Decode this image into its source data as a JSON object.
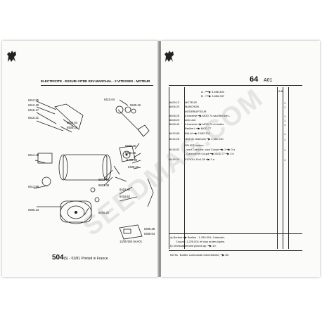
{
  "left_page": {
    "title": "ELECTRICITE - ESSUIE-VITRE SEV-MARCHAL - 2 VITESSES - MOTEUR",
    "callouts": {
      "c1": "6412.55",
      "c2": "6412.40",
      "c3": "6415.17",
      "c4": "6415.31",
      "c5": "6410.04",
      "c6": "5945.22",
      "c7": "6502.04",
      "c8": "6505.56",
      "c9": "6414.25",
      "c10": "6408.36",
      "c11": "6408.06",
      "c12": "6408.90",
      "c13": "6408.21",
      "c14": "6413.88",
      "c15": "6503.55",
      "c16": "6503.48",
      "c17": "6418.44",
      "c18": "6416.52",
      "c19": "6405.13",
      "c20": "6406.20",
      "c21": "5408.28",
      "c22": "5408.04",
      "c23": "11/80 504 6AA01"
    },
    "footer_number": "504",
    "footer_sub": "(5)",
    "footer_text": "- 02/81 Printed in France"
  },
  "right_page": {
    "section_number": "64",
    "section_code": "A01",
    "col_header": "A B",
    "intro_lines": [
      "A - ━━▶ 3.656.330",
      "B - ━━▶ 3.656.337"
    ],
    "rows": [
      {
        "code": "6405.13",
        "text": "MOTEUR",
        "q": "1"
      },
      {
        "code": "6406.20",
        "text": "MANCHON",
        "q": "1"
      },
      {
        "code": "",
        "text": "INTERRUPTEUR",
        "q": ""
      },
      {
        "code": "6408.25",
        "text": "à traverse ━▶ MOD 74 sauf Berline L",
        "q": "1"
      },
      {
        "code": "6408.20",
        "text": "avec axe",
        "q": "1"
      },
      {
        "code": "6408.40",
        "text": "à traverse ━▶ MOD 74 et toutes",
        "q": "1"
      },
      {
        "code": "",
        "text": "Berline L ━▶ MOD 77",
        "q": ""
      },
      {
        "code": "6413.88",
        "text": "BALAI ━▶ 2.652.201",
        "q": "1"
      },
      {
        "code": "6414.25",
        "text": "JEU de charbons ━▶ 2.652.200",
        "q": "1"
      },
      {
        "code": "",
        "text": "PALIER moteur :",
        "q": ""
      },
      {
        "code": "6416.52",
        "text": "- sauf Cabriolet, sauf Coupé ━▶ 1 ━▶ 3 a",
        "q": "1"
      },
      {
        "code": "",
        "text": "- Cabriolet et Coupé ━▶ MOD 77 ━▶ 3 b",
        "q": ""
      },
      {
        "code": "6418.24",
        "text": "ECROU 10x1,50 ━▶ 3 a",
        "q": "1"
      }
    ],
    "notes": [
      "a) Berline ━▶ Berline : 1.290.001; Cabriolet,",
      "Coupé : 1.225.001 et tous autres types.",
      "b) Dévissablement pièces ap. ━▶ 10."
    ],
    "note_bottom": "NOTA : Boîtier commande intermittente, ━▶ 65."
  },
  "watermark": "SEEDMAG.COM",
  "colors": {
    "paper": "#fbfbf9",
    "ink": "#111111"
  }
}
